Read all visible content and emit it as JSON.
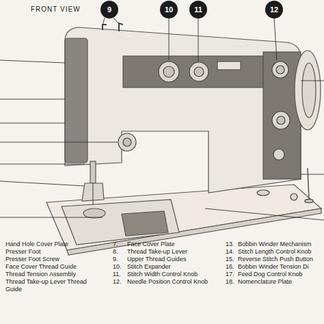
{
  "diagram": {
    "nodes": [
      {
        "text": [
          "9"
        ]
      },
      {
        "text": [
          "10"
        ]
      },
      {
        "text": [
          "11"
        ]
      },
      {
        "text": [
          "12"
        ]
      }
    ],
    "labels": [
      "FRONT VIEW",
      "Hand Hole Cover Plate",
      "Presser Foot",
      "Presser Foot Screw",
      "Face Cover Thread Guide",
      "Thread Tension Assembly",
      "Thread Take-up Lever Thread Guide",
      "7.",
      "Face Cover Plate",
      "8.",
      "Thread Take-up Lever",
      "9.",
      "Upper Thread Guides",
      "10.",
      "Stitch Expander",
      "11.",
      "Stitch Width Control Knob",
      "12.",
      "Needle Position Control Knob",
      "13.",
      "Bobbin Winder Mechanism",
      "14.",
      "Stitch Length Control Knob",
      "15.",
      "Reverse Stitch Push Button",
      "16.",
      "Bobbin Winder Tension Di",
      "17.",
      "Feed Dog Control Knob",
      "18.",
      "Nomenclature Plate"
    ]
  }
}
